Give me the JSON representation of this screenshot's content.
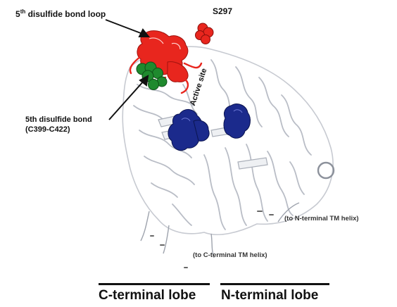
{
  "labels": {
    "loop_label_prefix": "5",
    "loop_label_sup": "th",
    "loop_label_rest": " disulfide bond loop",
    "residue": "S297",
    "bond_label_line1": "5th disulfide bond",
    "bond_label_line2": "(C399-C422)",
    "active_site": "Active site",
    "n_term_tm": "(to N-terminal TM helix)",
    "c_term_tm": "(to C-terminal TM helix)",
    "c_lobe": "C-terminal lobe",
    "n_lobe": "N-terminal lobe"
  },
  "colors": {
    "loop": "#e8261e",
    "bond": "#1f8a2e",
    "active_site": "#1b2a8c",
    "ribbon": "#ffffff",
    "ribbon_shade": "#cfd2d8"
  }
}
